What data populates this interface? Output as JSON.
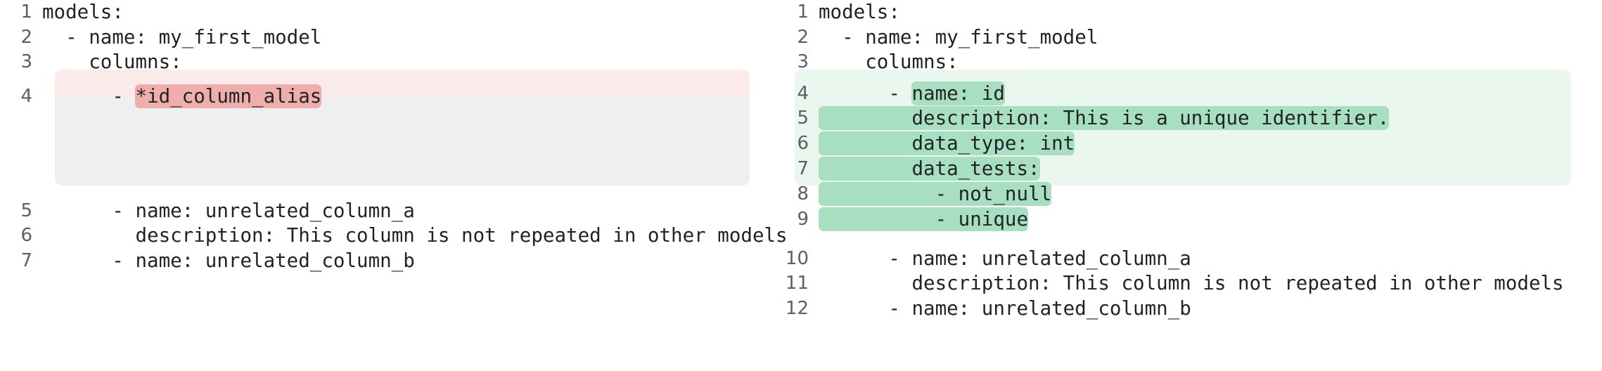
{
  "diff": {
    "type": "side-by-side-yaml-diff",
    "colors": {
      "removed_row_bg": "#fbeaea",
      "removed_inline_hl": "#f0aeab",
      "added_block_bg": "#e9f7ee",
      "added_inline_hl": "#a8dfc1",
      "gap_filler_bg": "#eeeff1",
      "line_number": "#57606a",
      "code_text": "#1f2328",
      "page_bg": "#ffffff"
    }
  },
  "left_panel": {
    "name": "before",
    "lines": [
      {
        "num": "1",
        "text": "models:",
        "state": "context",
        "hl": null
      },
      {
        "num": "2",
        "text": "  - name: my_first_model",
        "state": "context",
        "hl": null
      },
      {
        "num": "3",
        "text": "    columns:",
        "state": "context",
        "hl": null
      },
      {
        "num": "4",
        "text": "      - *id_column_alias",
        "state": "removed",
        "hl": "*id_column_alias",
        "prefix": "      - "
      },
      {
        "num": "5",
        "text": "      - name: unrelated_column_a",
        "state": "context",
        "hl": null
      },
      {
        "num": "6",
        "text": "        description: This column is not repeated in other models",
        "state": "context",
        "hl": null
      },
      {
        "num": "7",
        "text": "      - name: unrelated_column_b",
        "state": "context",
        "hl": null
      }
    ]
  },
  "right_panel": {
    "name": "after",
    "lines": [
      {
        "num": "1",
        "text": "models:",
        "state": "context",
        "hl": null
      },
      {
        "num": "2",
        "text": "  - name: my_first_model",
        "state": "context",
        "hl": null
      },
      {
        "num": "3",
        "text": "    columns:",
        "state": "context",
        "hl": null
      },
      {
        "num": "4",
        "text": "      - name: id",
        "state": "added",
        "hl": "name: id",
        "prefix": "      - "
      },
      {
        "num": "5",
        "text": "        description: This is a unique identifier.",
        "state": "added",
        "hl": "        description: This is a unique identifier.",
        "prefix": ""
      },
      {
        "num": "6",
        "text": "        data_type: int",
        "state": "added",
        "hl": "        data_type: int",
        "prefix": ""
      },
      {
        "num": "7",
        "text": "        data_tests:",
        "state": "added",
        "hl": "        data_tests:",
        "prefix": ""
      },
      {
        "num": "8",
        "text": "          - not_null",
        "state": "added",
        "hl": "          - not_null",
        "prefix": ""
      },
      {
        "num": "9",
        "text": "          - unique",
        "state": "added",
        "hl": "          - unique",
        "prefix": ""
      },
      {
        "num": "10",
        "text": "      - name: unrelated_column_a",
        "state": "context",
        "hl": null
      },
      {
        "num": "11",
        "text": "        description: This column is not repeated in other models",
        "state": "context",
        "hl": null
      },
      {
        "num": "12",
        "text": "      - name: unrelated_column_b",
        "state": "context",
        "hl": null
      }
    ]
  }
}
